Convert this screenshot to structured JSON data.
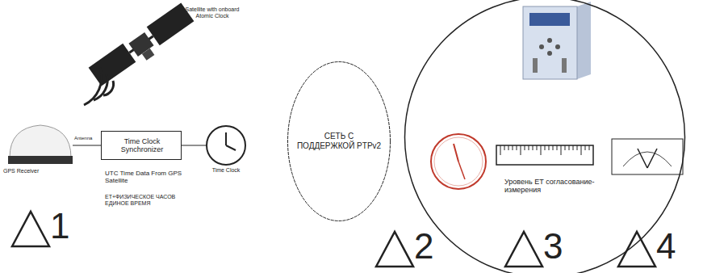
{
  "diagram": {
    "nodes": [
      {
        "text": [
          "Time Clock Synchronizer"
        ]
      },
      {
        "text": [
          "СЕТЬ С ПОДДЕРЖКОЙ PTPv2"
        ]
      },
      {
        "text": [
          "Уровень ЕТ согласование-измерения"
        ]
      }
    ],
    "labels": [
      "Satellite with onboard Atomic Clock",
      "GPS Receiver",
      "Antenna",
      "Time Clock",
      "UTC Time Data From GPS Satellite",
      "ЕТ+ФИЗИЧЕСКОЕ ЧАСОВ ЕДИНОЕ ВРЕМЯ",
      "1",
      "2",
      "3",
      "4"
    ]
  }
}
